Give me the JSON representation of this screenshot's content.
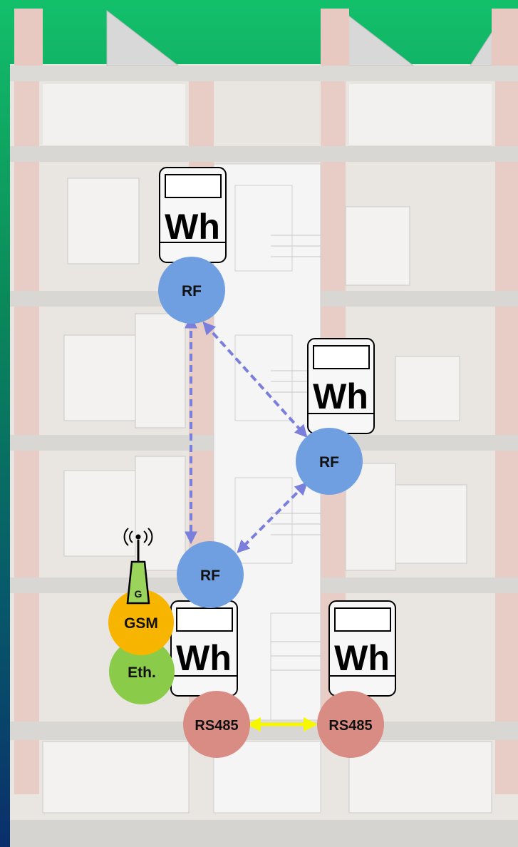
{
  "colors": {
    "background_top": "#0fb86a",
    "background_bottom": "#0a2f6b",
    "rf_node": "#6f9fe0",
    "rs485_node": "#d98c83",
    "gsm_node": "#f7b500",
    "eth_node": "#8acb4a",
    "antenna": "#9bd45a",
    "rf_link": "#7b7fdc",
    "rs485_link": "#f7f700"
  },
  "meters": [
    {
      "label": "Wh"
    },
    {
      "label": "Wh"
    },
    {
      "label": "Wh"
    },
    {
      "label": "Wh"
    }
  ],
  "nodes": {
    "rf_top": "RF",
    "rf_right": "RF",
    "rf_bottom": "RF",
    "rs485_left": "RS485",
    "rs485_right": "RS485",
    "gsm": "GSM",
    "eth": "Eth.",
    "antenna_letter": "G"
  },
  "icons": {
    "antenna": "antenna-signal-icon",
    "meter": "energy-meter-icon"
  }
}
